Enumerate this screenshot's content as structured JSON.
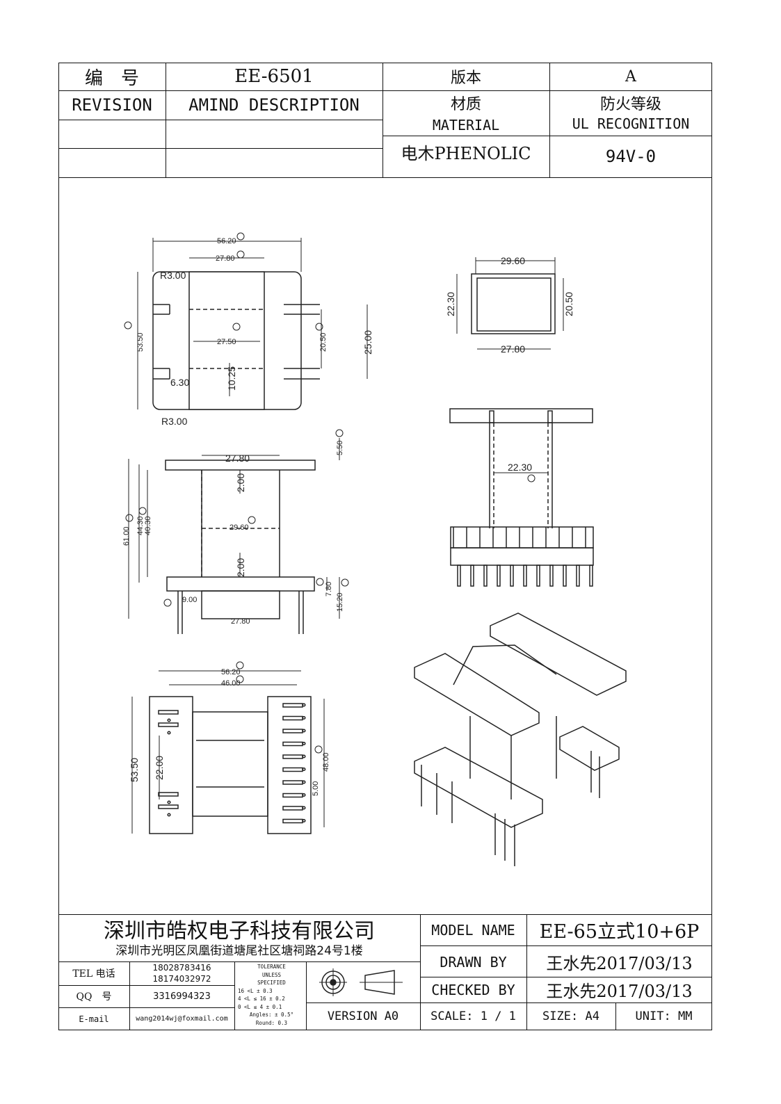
{
  "header": {
    "number_label": "编　号",
    "part_number": "EE-6501",
    "version_label": "版本",
    "version_value": "A",
    "revision_label": "REVISION",
    "amend_label": "AMIND DESCRIPTION",
    "material_label_cn": "材质",
    "material_label_en": "MATERIAL",
    "fire_label_cn": "防火等级",
    "fire_label_en": "UL RECOGNITION",
    "material_value": "电木PHENOLIC",
    "fire_value": "94V-0"
  },
  "drawing": {
    "top_view": {
      "width": "56.20",
      "inner": "27.80",
      "height": "53.50",
      "r_top": "R3.00",
      "r_bottom": "R3.00",
      "center": "27.50",
      "slot": "6.30",
      "gap": "10.25",
      "pin_span": "20.50",
      "outer_pin": "25.00"
    },
    "small_rect": {
      "top": "29.60",
      "bottom": "27.80",
      "left": "22.30",
      "right": "20.50"
    },
    "side_view": {
      "flange": "27.80",
      "total": "61.00",
      "mid": "44.30",
      "inner": "40.30",
      "wall_top": "2.00",
      "core": "29.60",
      "wall_bottom": "2.00",
      "top_off": "5.50",
      "base": "7.80",
      "pin_len": "15.20",
      "pin_step": "9.00",
      "foot": "27.80"
    },
    "front_view": {
      "spacing": "22.30"
    },
    "bottom_view": {
      "width": "56.20",
      "pitch_span": "46.00",
      "height": "53.50",
      "pin_span": "22.00",
      "pin_row": "48.00",
      "pitch": "5.00"
    }
  },
  "footer": {
    "company": "深圳市皓权电子科技有限公司",
    "address": "深圳市光明区凤凰街道塘尾社区塘祠路24号1楼",
    "tel_label": "TEL 电话",
    "tel_1": "18028783416",
    "tel_2": "18174032972",
    "qq_label": "QQ　号",
    "qq_value": "3316994323",
    "email_label": "E-mail",
    "email_value": "wang2014wj@foxmail.com",
    "tolerance": [
      "TOLERANCE",
      "UNLESS",
      "SPECIFIED",
      "16 <L      ± 0.3",
      "4 <L ≤ 16   ± 0.2",
      "0 <L ≤ 4    ± 0.1",
      "Angles: ± 0.5°",
      "Round: 0.3"
    ],
    "version_label": "VERSION A0",
    "model_label": "MODEL NAME",
    "model_value": "EE-65立式10+6P",
    "drawn_label": "DRAWN BY",
    "drawn_value": "王水先2017/03/13",
    "checked_label": "CHECKED BY",
    "checked_value": "王水先2017/03/13",
    "scale_label": "SCALE: 1 / 1",
    "size_label": "SIZE: A4",
    "unit_label": "UNIT: MM"
  }
}
